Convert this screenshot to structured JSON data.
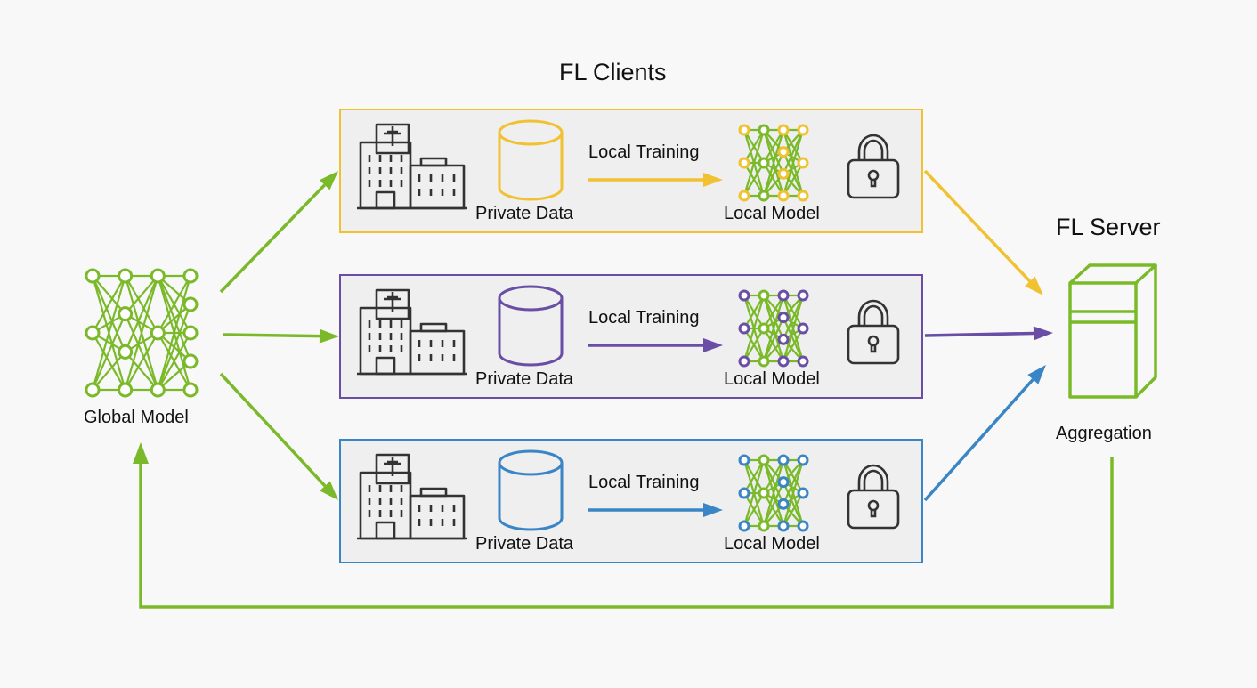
{
  "title_clients": "FL Clients",
  "title_server": "FL Server",
  "global_model_label": "Global Model",
  "server_label": "Aggregation",
  "colors": {
    "green": "#7ab929",
    "yellow": "#f0c232",
    "purple": "#6a4ea6",
    "blue": "#3a85c6",
    "dark": "#333333"
  },
  "clients": [
    {
      "color": "#f0c232",
      "data_label": "Private Data",
      "training_label": "Local Training",
      "model_label": "Local Model"
    },
    {
      "color": "#6a4ea6",
      "data_label": "Private Data",
      "training_label": "Local Training",
      "model_label": "Local Model"
    },
    {
      "color": "#3a85c6",
      "data_label": "Private Data",
      "training_label": "Local Training",
      "model_label": "Local Model"
    }
  ],
  "icons": {
    "building": "hospital-building-icon",
    "database": "database-cylinder-icon",
    "network": "neural-network-icon",
    "lock": "padlock-icon",
    "server": "server-tower-icon"
  }
}
